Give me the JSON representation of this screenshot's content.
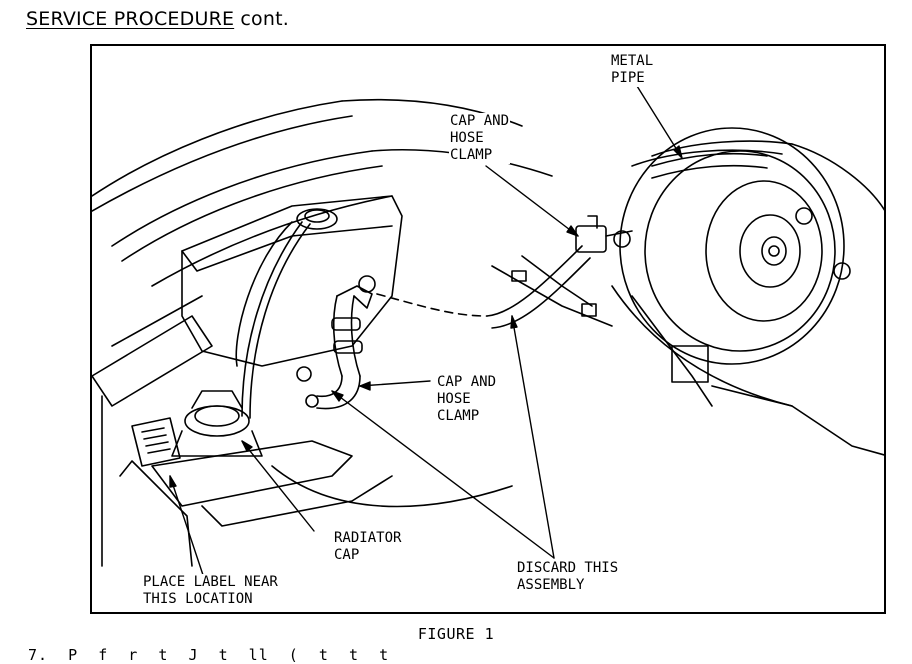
{
  "heading": {
    "underlined": "SERVICE PROCEDURE",
    "suffix": " cont."
  },
  "figure": {
    "labels": {
      "metal_pipe": "METAL\nPIPE",
      "cap_hose_clamp_upper": "CAP AND\nHOSE\nCLAMP",
      "cap_hose_clamp_lower": "CAP AND\nHOSE\nCLAMP",
      "radiator_cap": "RADIATOR\nCAP",
      "place_label": "PLACE LABEL NEAR\nTHIS LOCATION",
      "discard_assembly": "DISCARD THIS\nASSEMBLY"
    },
    "caption": "FIGURE 1"
  },
  "cut_off_line": "7.  P  f  r  t  J  t  ll  (  t  t  t  "
}
